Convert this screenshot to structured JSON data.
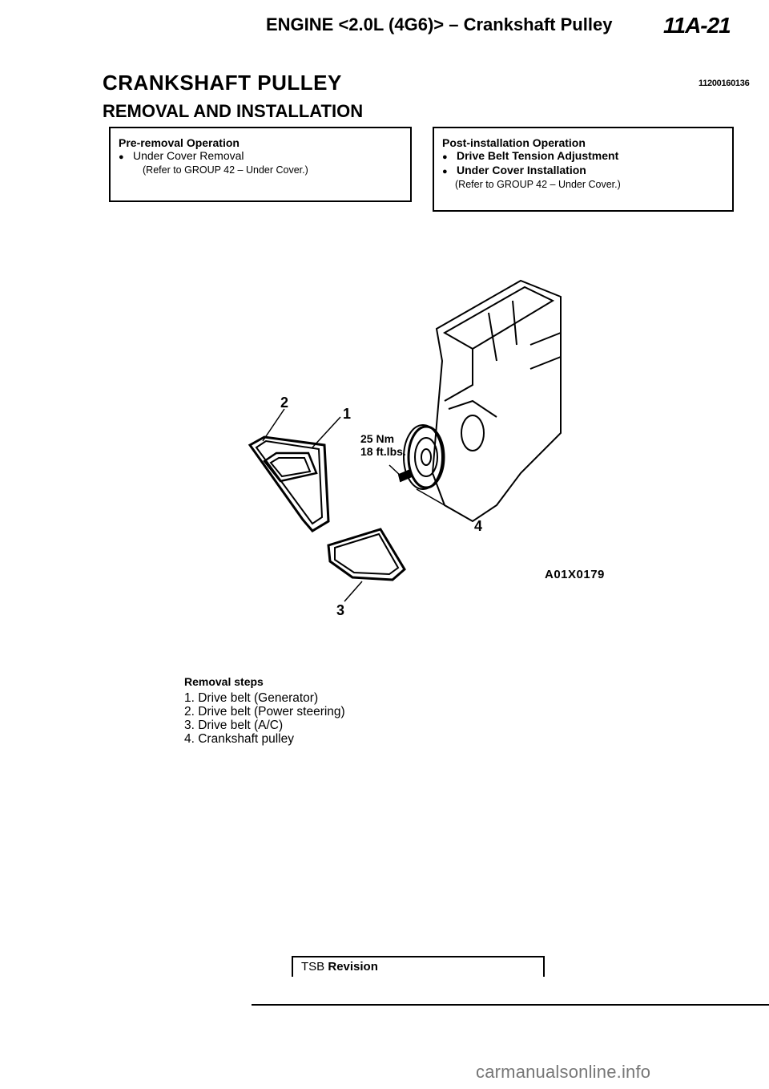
{
  "header": {
    "title": "ENGINE <2.0L (4G6)> – Crankshaft Pulley",
    "section_code": "11A-21"
  },
  "section_title": "CRANKSHAFT PULLEY",
  "doc_code": "11200160136",
  "subsection_title": "REMOVAL AND INSTALLATION",
  "pre_removal": {
    "heading": "Pre-removal Operation",
    "items": [
      "Under Cover Removal"
    ],
    "note": "(Refer to GROUP 42 – Under Cover.)"
  },
  "post_installation": {
    "heading": "Post-installation Operation",
    "items": [
      "Drive Belt Tension Adjustment",
      "Under Cover Installation"
    ],
    "note": "(Refer to GROUP 42 – Under Cover.)"
  },
  "diagram": {
    "callouts": [
      "1",
      "2",
      "3",
      "4"
    ],
    "torque_nm": "25 Nm",
    "torque_ftlbs": "18 ft.lbs.",
    "figure_code": "A01X0179"
  },
  "removal_steps": {
    "heading": "Removal steps",
    "steps": [
      "1. Drive belt (Generator)",
      "2. Drive belt (Power steering)",
      "3. Drive belt (A/C)",
      "4. Crankshaft pulley"
    ]
  },
  "footer": {
    "tsb": "TSB",
    "revision": "Revision",
    "watermark": "carmanualsonline.info"
  }
}
